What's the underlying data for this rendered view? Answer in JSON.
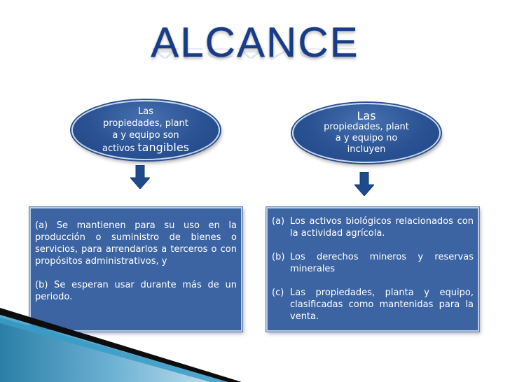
{
  "title": "ALCANCE",
  "left_oval": {
    "line1": "Las",
    "line2": "propiedades, plant",
    "line3": "a y equipo son",
    "line4_small": "activos",
    "line4_big": "tangibles"
  },
  "right_oval": {
    "line1": "Las",
    "line2": "propiedades, plant",
    "line3": "a y equipo no",
    "line4": "incluyen"
  },
  "left_box": {
    "para_a": "(a)   Se mantienen para su uso en la producción o suministro de bienes o servicios, para arrendarlos a terceros o con propósitos administrativos, y",
    "para_b": "(b)  Se esperan usar durante más de un periodo."
  },
  "right_box": {
    "items": [
      {
        "label": "(a)",
        "text": "Los activos biológicos relacionados con la actividad agrícola."
      },
      {
        "label": "(b)",
        "text": "Los derechos mineros y reservas minerales"
      },
      {
        "label": "(c)",
        "text": "Las propiedades, planta y equipo, clasificadas como mantenidas para la venta."
      }
    ]
  },
  "colors": {
    "title": "#173c88",
    "shape_fill": "#3c64a2",
    "arrow": "#1f4a8c"
  }
}
